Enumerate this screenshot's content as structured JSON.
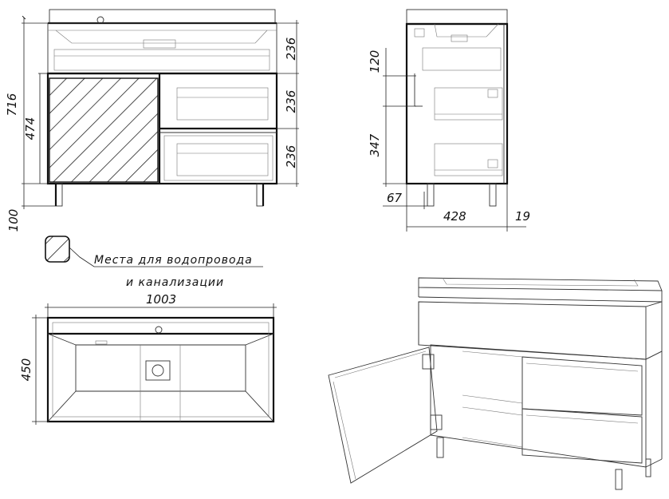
{
  "dimensions": {
    "front_total_height": "716",
    "front_body_height": "474",
    "front_leg_height": "100",
    "front_drawer_top": "236",
    "front_drawer_middle": "236",
    "front_drawer_bottom": "236",
    "side_upper": "120",
    "side_lower": "347",
    "side_leg_offset": "67",
    "side_depth": "428",
    "side_back_offset": "19",
    "top_width": "1003",
    "top_depth": "450"
  },
  "legend": {
    "line1": "Места для водопровода",
    "line2": "и канализации"
  },
  "colors": {
    "line": "#111111",
    "background": "#ffffff"
  }
}
